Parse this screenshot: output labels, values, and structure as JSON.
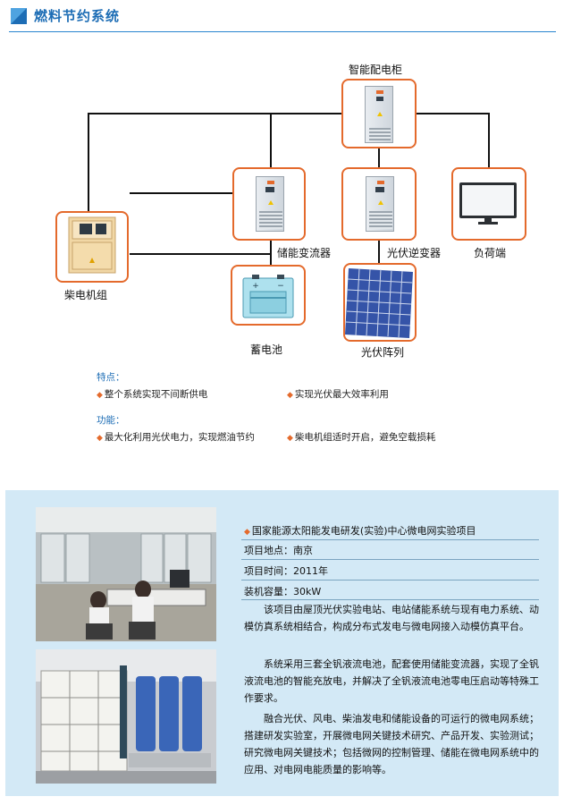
{
  "header": {
    "title": "燃料节约系统",
    "accent": "#1d6db5"
  },
  "diagram": {
    "nodes": {
      "smart_cabinet": "智能配电柜",
      "storage_converter": "储能变流器",
      "pv_inverter": "光伏逆变器",
      "load": "负荷端",
      "diesel": "柴电机组",
      "battery": "蓄电池",
      "pv_array": "光伏阵列"
    },
    "node_border_color": "#e46a2c"
  },
  "features": {
    "heading": "特点：",
    "items": [
      "整个系统实现不间断供电",
      "实现光伏最大效率利用"
    ]
  },
  "functions": {
    "heading": "功能：",
    "items": [
      "最大化利用光伏电力，实现燃油节约",
      "柴电机组适时开启，避免空载损耗"
    ]
  },
  "project": {
    "title": "国家能源太阳能发电研发(实验)中心微电网实验项目",
    "location": "项目地点：南京",
    "time": "项目时间：2011年",
    "capacity": "装机容量：30kW",
    "paragraphs": [
      "该项目由屋顶光伏实验电站、电站储能系统与现有电力系统、动模仿真系统相结合，构成分布式发电与微电网接入动模仿真平台。",
      "系统采用三套全钒液流电池，配套使用储能变流器，实现了全钒液流电池的智能充放电，并解决了全钒液流电池零电压启动等特殊工作要求。",
      "融合光伏、风电、柴油发电和储能设备的可运行的微电网系统；搭建研发实验室，开展微电网关键技术研究、产品开发、实验测试；研究微电网关键技术；包括微网的控制管理、储能在微电网系统中的应用、对电网电能质量的影响等。"
    ]
  }
}
